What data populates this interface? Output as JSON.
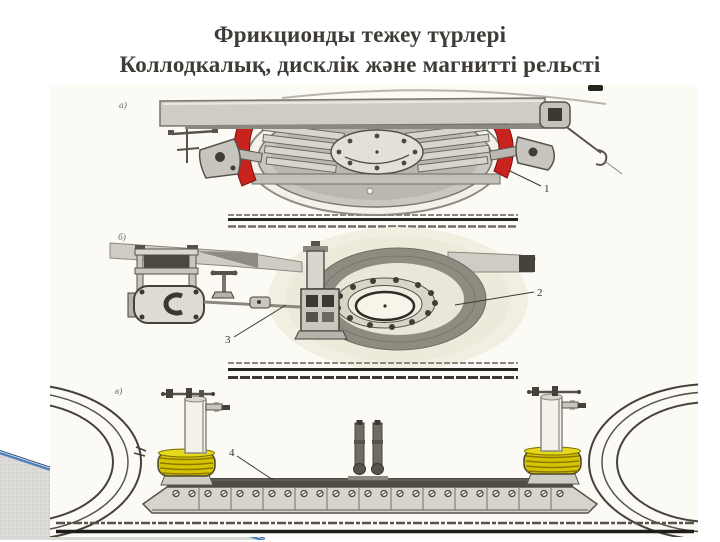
{
  "slide": {
    "title_line_1": "Фрикционды тежеу түрлері",
    "title_line_2": "Коллодкалық, дисклік және магнитті рельсті"
  },
  "figure": {
    "section_labels": {
      "a": "а)",
      "b": "б)",
      "v": "в)"
    },
    "part_labels": {
      "p1": "1",
      "p2": "2",
      "p3": "3",
      "p4": "4"
    }
  },
  "colors": {
    "title_text": "#3f3c38",
    "brake_shoe_red": "#c8231e",
    "spring_yellow": "#d6c400",
    "spring_yellow_light": "#e6d81a",
    "corner_accent_blue": "#4f81bd",
    "corner_fill_gray": "#dcdbd7"
  }
}
